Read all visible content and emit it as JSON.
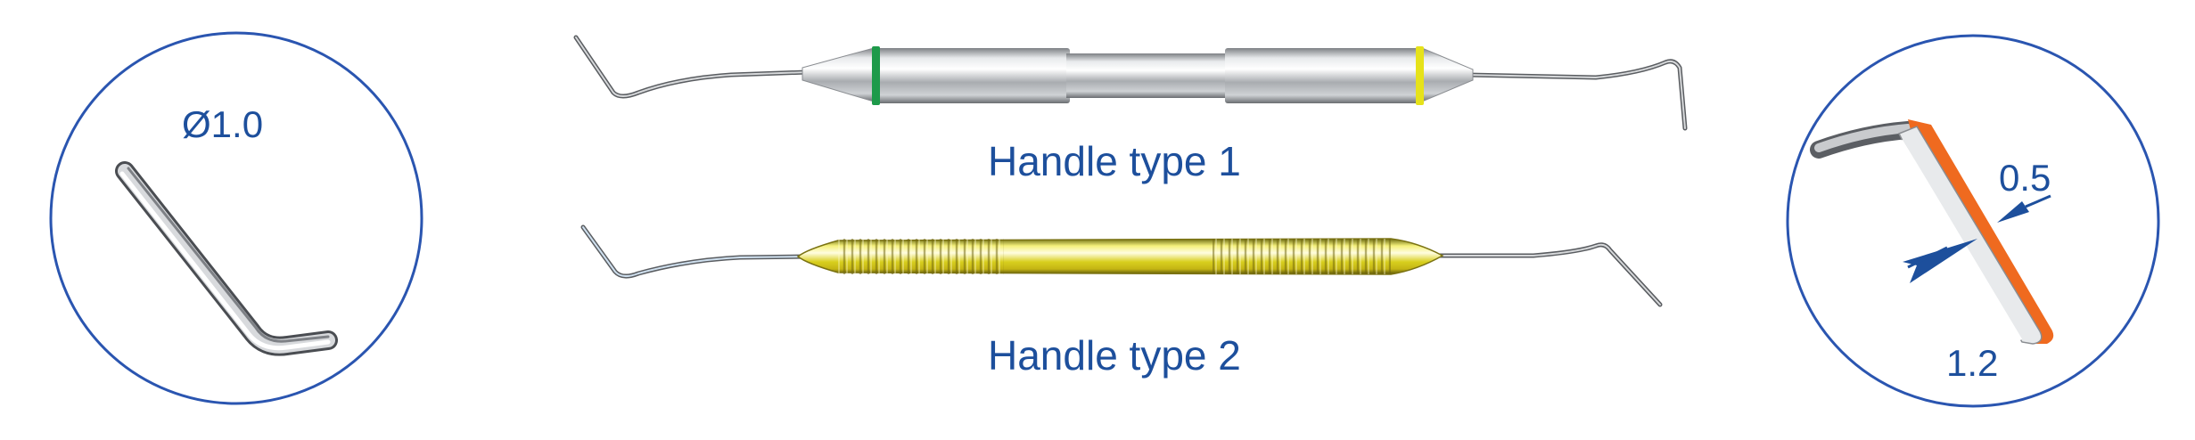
{
  "detail_left": {
    "diameter_label": "Ø1.0"
  },
  "instruments": [
    {
      "caption": "Handle type 1"
    },
    {
      "caption": "Handle type 2"
    }
  ],
  "detail_right": {
    "thickness_label": "0.5",
    "width_label": "1.2"
  },
  "colors": {
    "label_blue": "#1d4f9c",
    "circle_blue": "#2a55b0",
    "ring_green": "#1e9a4a",
    "ring_yellow": "#e6e21a",
    "tip_orange": "#ef6a1f"
  }
}
